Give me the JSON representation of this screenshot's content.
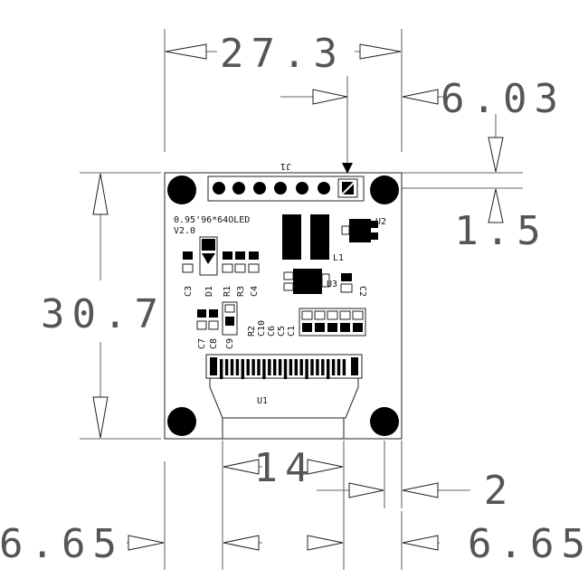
{
  "dimensions": {
    "width": "27.3",
    "pin_offset": "6.03",
    "height": "30.7",
    "pin_row": "1.5",
    "connector_width": "14",
    "edge_gap": "2",
    "left_offset": "6.65",
    "right_offset": "6.65"
  },
  "silkscreen": {
    "header": "J1",
    "model_line1": "0.95'96*64OLED",
    "model_line2": "V2.0",
    "u2": "U2",
    "l1": "L1",
    "u3": "U3",
    "c2": "C2",
    "c3": "C3",
    "d1": "D1",
    "r1": "R1",
    "r3": "R3",
    "c4": "C4",
    "r2": "R2",
    "c10": "C10",
    "c6": "C6",
    "c5": "C5",
    "c1": "C1",
    "c7": "C7",
    "c8": "C8",
    "c9": "C9",
    "u1": "U1"
  }
}
